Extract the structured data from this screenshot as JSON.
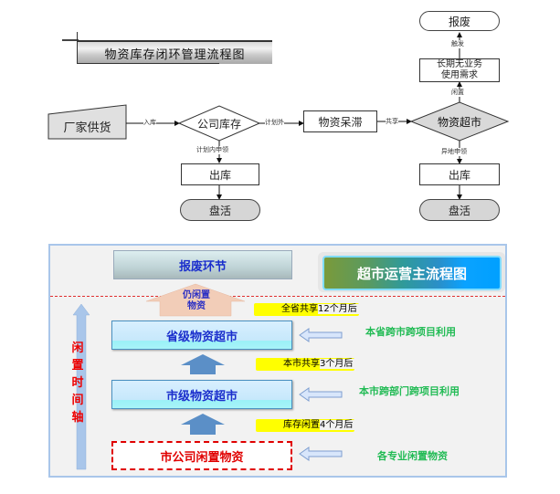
{
  "flowchart": {
    "title": "物资库存闭环管理流程图",
    "nodes": {
      "supplier": "厂家供货",
      "company_stock": "公司库存",
      "out_left": "出库",
      "revive_left": "盘活",
      "stagnant": "物资呆滞",
      "market": "物资超市",
      "out_right": "出库",
      "revive_right": "盘活",
      "long_idle": [
        "长期无业务",
        "使用需求"
      ],
      "scrap": "报废"
    },
    "edges": {
      "in_stock": "入库",
      "unplanned": "计划外",
      "planned_request": "计划内申领",
      "share": "共享",
      "remote_request": "异地申领",
      "idle": "闲置",
      "trigger": "触发"
    }
  },
  "panel": {
    "title": "超市运营主流程图",
    "scrap_stage": "报废环节",
    "still_idle": [
      "仍闲置",
      "物资"
    ],
    "timeline_label": [
      "闲",
      "置",
      "时",
      "间",
      "轴"
    ],
    "levels": [
      {
        "name": "省级物资超市",
        "tag_highlight": "全省共享",
        "tag_rest": "12个月后",
        "note": "本省跨市跨项目利用"
      },
      {
        "name": "市级物资超市",
        "tag_highlight": "本市共享",
        "tag_rest": "3个月后",
        "note": "本市跨部门跨项目利用"
      },
      {
        "name": "市公司闲置物资",
        "tag_highlight": "库存闲置",
        "tag_rest": "4个月后",
        "note": "各专业闲置物资"
      }
    ]
  },
  "colors": {
    "panel_border": "#a9c6ea",
    "blue_text": "#1a2ecc",
    "red_text": "#e00000",
    "green_note": "#22bb55",
    "highlight": "#ffff00"
  }
}
